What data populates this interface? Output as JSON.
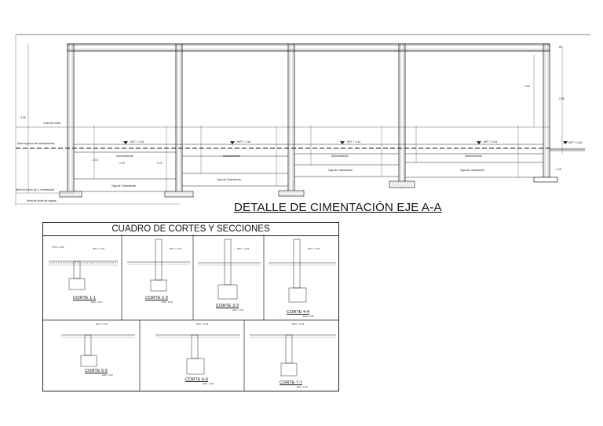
{
  "drawing": {
    "title": "DETALLE DE CIMENTACIÓN EJE A-A",
    "levels": {
      "npt": "NPT + 0.15",
      "viga_label": "Viga de Cimentación",
      "sobre_label": "Sobrecimiento",
      "linea_label": "Línea de suelo",
      "nivel_sup": "Nivel superior de sobrecimiento",
      "nivel_fondo_viga": "Nivel de fondo de V. cimentación",
      "nivel_fondo_zapata": "Nivel de fondo de zapata"
    },
    "dims": {
      "d_top": ".20",
      "d_left": "3.35",
      "d_right1": "2.50",
      "d_right2": "2.95",
      "d_a": "2.15",
      "d_b": "2.70",
      "d_c": "1.20",
      "d_d": ".20",
      "d_e": "1.25"
    }
  },
  "panel": {
    "title": "CUADRO DE CORTES Y SECCIONES",
    "npt_short": "NPT + 0.15",
    "nts_short": "NTN + 0.00",
    "cortes": [
      "CORTE 1-1",
      "CORTE 2-2",
      "CORTE 3-3",
      "CORTE 4-4",
      "CORTE 5-5",
      "CORTE 6-6",
      "CORTE 7-7"
    ],
    "scale": "ESC. 1/20"
  },
  "colors": {
    "line": "#222222",
    "hatch": "#555555",
    "background": "#ffffff"
  }
}
